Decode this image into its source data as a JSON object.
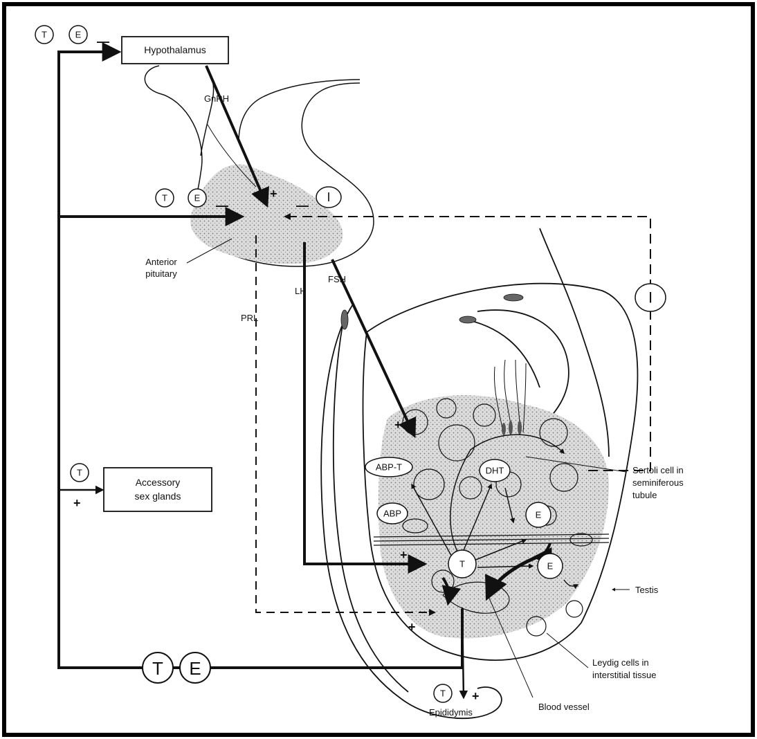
{
  "labels": {
    "hypothalamus": "Hypothalamus",
    "gnrh": "GnRH",
    "anterior_pituitary_1": "Anterior",
    "anterior_pituitary_2": "pituitary",
    "prl": "PRL",
    "lh": "LH",
    "fsh": "FSH",
    "accessory_1": "Accessory",
    "accessory_2": "sex glands",
    "sertoli_1": "Sertoli cell in",
    "sertoli_2": "seminiferous",
    "sertoli_3": "tubule",
    "testis": "Testis",
    "leydig_1": "Leydig cells in",
    "leydig_2": "interstitial tissue",
    "blood_vessel": "Blood vessel",
    "epididymis": "Epididymis"
  },
  "hormones": {
    "t": "T",
    "e": "E",
    "inhibin": "I",
    "abp_t": "ABP-T",
    "abp": "ABP",
    "dht": "DHT"
  },
  "signs": {
    "plus": "+",
    "minus": "—"
  },
  "colors": {
    "ink": "#111111",
    "stipple": "#c9c9c9",
    "frame": "#000000"
  }
}
